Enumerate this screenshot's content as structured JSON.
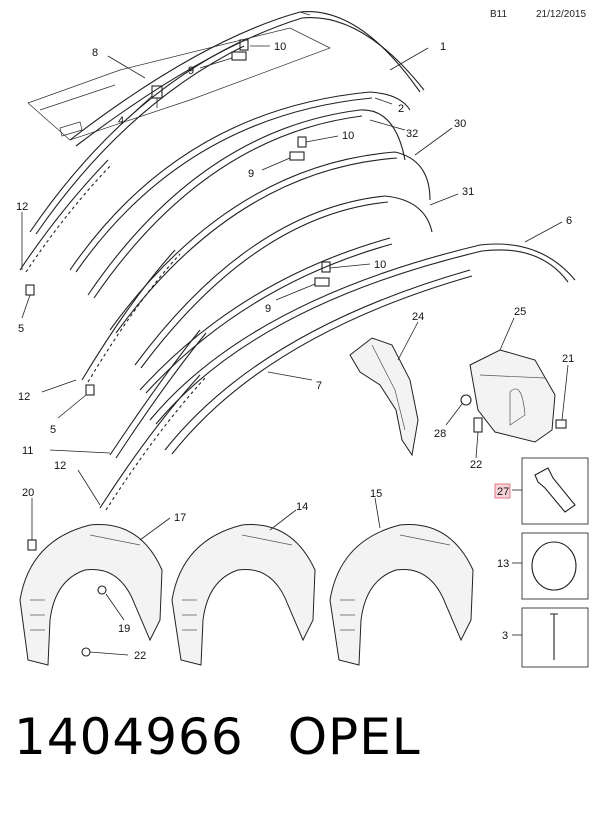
{
  "header": {
    "code": "B11",
    "date": "21/12/2015"
  },
  "callouts": {
    "c1": "1",
    "c2": "2",
    "c3": "3",
    "c4": "4",
    "c5a": "5",
    "c5b": "5",
    "c6": "6",
    "c7": "7",
    "c8": "8",
    "c9a": "9",
    "c9b": "9",
    "c9c": "9",
    "c10a": "10",
    "c10b": "10",
    "c10c": "10",
    "c11": "11",
    "c12a": "12",
    "c12b": "12",
    "c12c": "12",
    "c13": "13",
    "c14": "14",
    "c15": "15",
    "c17": "17",
    "c19": "19",
    "c20": "20",
    "c21": "21",
    "c22a": "22",
    "c22b": "22",
    "c24": "24",
    "c25": "25",
    "c27": "27",
    "c28": "28",
    "c30": "30",
    "c31": "31",
    "c32": "32"
  },
  "footer": {
    "part_number": "1404966",
    "brand": "OPEL"
  }
}
